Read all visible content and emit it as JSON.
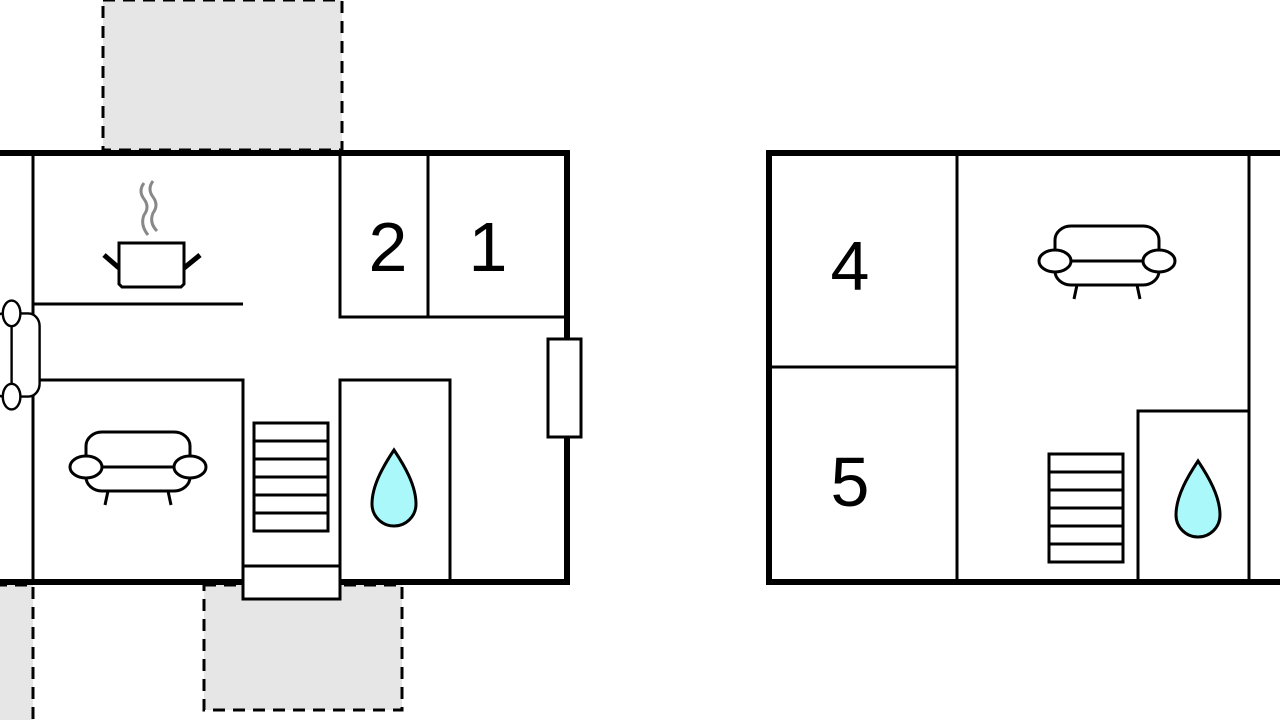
{
  "floor_plan": {
    "ground_floor": {
      "room_labels": [
        "2",
        "1"
      ]
    },
    "upper_floor": {
      "room_labels": [
        "4",
        "5"
      ]
    }
  },
  "colors": {
    "wall": "#000000",
    "terrace": "#e6e6e6",
    "water": "#aaf8fa",
    "steam": "#888888"
  }
}
